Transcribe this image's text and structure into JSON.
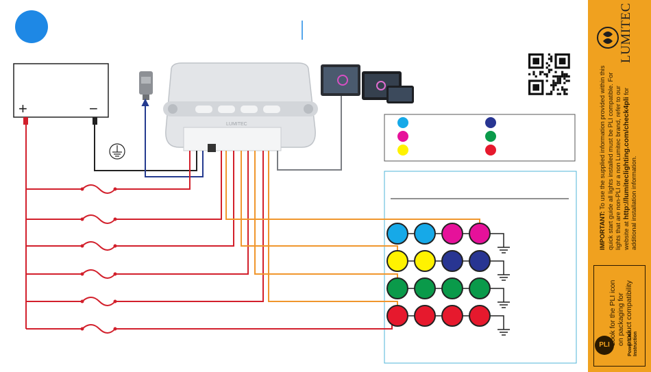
{
  "battery": {
    "plus": "+",
    "minus": "−"
  },
  "controller": {
    "brand": "LUMITEC"
  },
  "sidebar": {
    "brand": "LUMITEC",
    "important_label": "IMPORTANT:",
    "important_text": " To use the supplied information provided within this quick start guide all lights installed must be PLI compatible. For lights that are non-PLI or a non Lumitec brand, refer to our website at ",
    "url": "http://lumiteclighting.com/check4pli",
    "important_suffix": " for additional installation information.",
    "pli_text": "Look for the PLI icon on packaging for product compatibility",
    "pli_sub": "Power Line Instruction",
    "pli_logo": "PLI"
  },
  "colors": {
    "cyan": "#16a9e8",
    "magenta": "#e6119a",
    "yellow": "#fff200",
    "navy": "#283592",
    "green": "#0a9a4a",
    "red": "#e6192d",
    "wire_red": "#d21f2b",
    "wire_orange": "#f0962c",
    "wire_blue": "#243a8f",
    "dot_blue": "#1e88e5",
    "accent": "#f0a11f"
  },
  "legend": [
    {
      "color": "cyan"
    },
    {
      "color": "navy"
    },
    {
      "color": "magenta"
    },
    {
      "color": "green"
    },
    {
      "color": "yellow"
    },
    {
      "color": "red"
    }
  ],
  "light_rows": [
    [
      "cyan",
      "cyan",
      "magenta",
      "magenta"
    ],
    [
      "yellow",
      "yellow",
      "navy",
      "navy"
    ],
    [
      "green",
      "green",
      "green",
      "green"
    ],
    [
      "red",
      "red",
      "red",
      "red"
    ]
  ],
  "icons": [
    "step-dot-icon",
    "ground-symbol-icon",
    "qr-code-icon",
    "usb-connector-icon",
    "mfd-display-icon",
    "fuse-icon",
    "pli-logo-icon"
  ]
}
